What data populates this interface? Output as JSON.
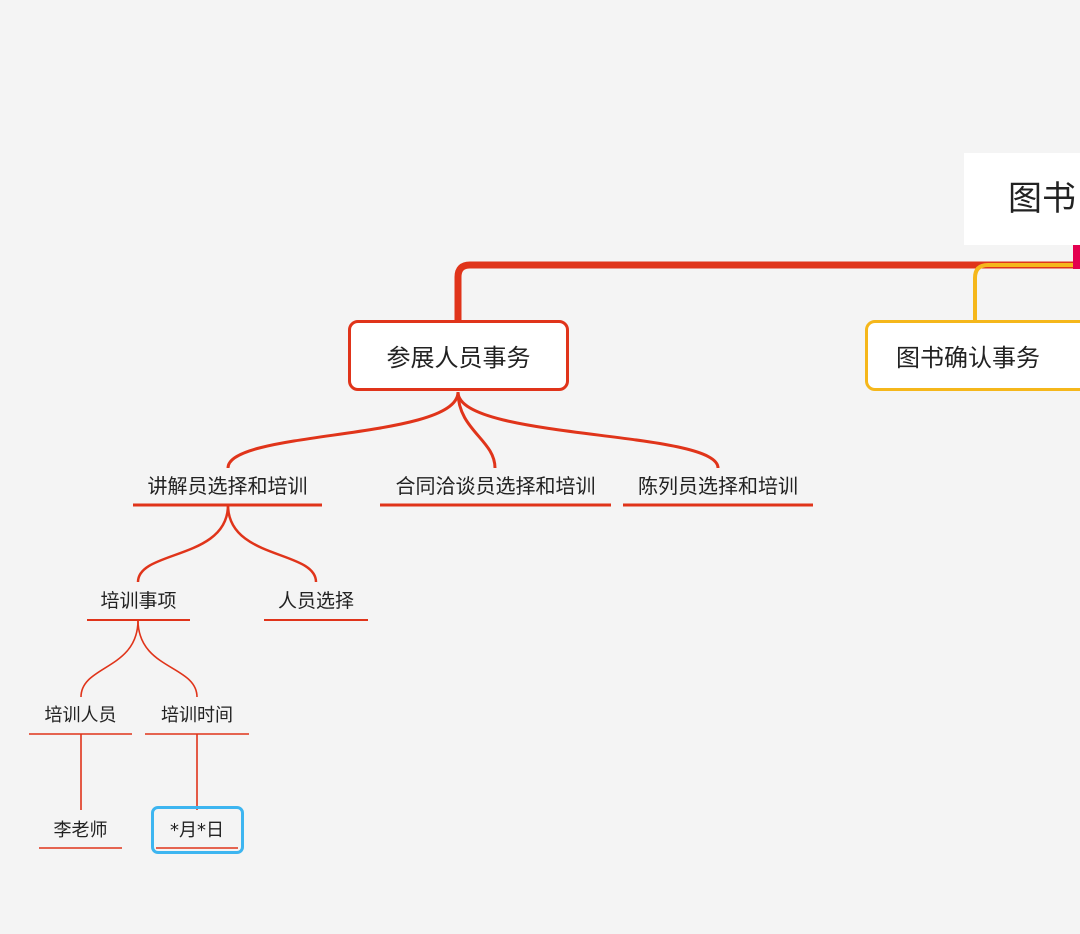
{
  "mindmap": {
    "root": {
      "label": "图书"
    },
    "branches": [
      {
        "label": "参展人员事务",
        "color": "#e0341a"
      },
      {
        "label": "图书确认事务",
        "color": "#f5b71b"
      }
    ],
    "subtopics": [
      {
        "label": "讲解员选择和培训"
      },
      {
        "label": "合同洽谈员选择和培训"
      },
      {
        "label": "陈列员选择和培训"
      }
    ],
    "level3": [
      {
        "label": "培训事项"
      },
      {
        "label": "人员选择"
      }
    ],
    "level4": [
      {
        "label": "培训人员"
      },
      {
        "label": "培训时间"
      }
    ],
    "leaves": [
      {
        "label": "李老师"
      },
      {
        "label": "*月*日"
      }
    ],
    "root_marker_color": "#e4004f",
    "selection_color": "#3db5f0"
  }
}
